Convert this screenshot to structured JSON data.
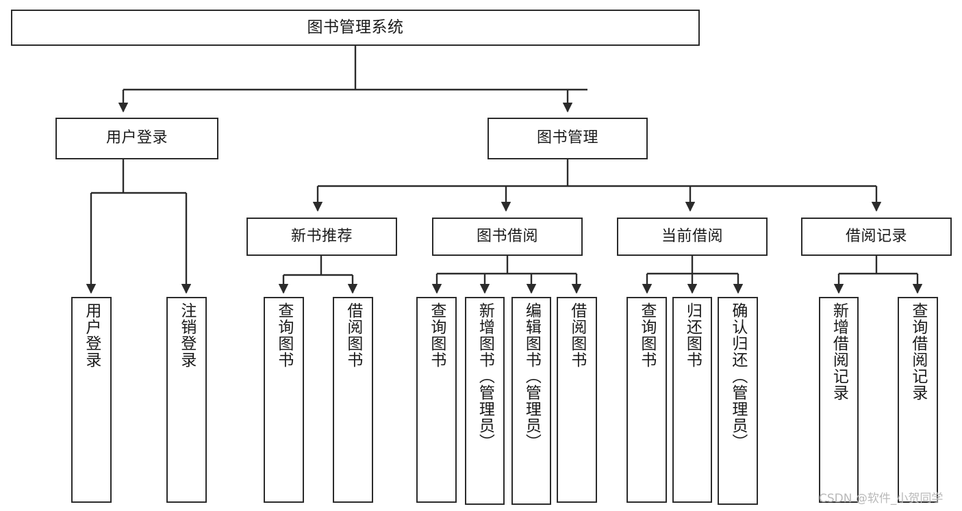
{
  "diagram": {
    "type": "tree",
    "title": "图书管理系统",
    "watermark": "CSDN @软件_小贺同学",
    "nodes": {
      "root": {
        "label": "图书管理系统"
      },
      "l2": [
        {
          "id": "user-login",
          "label": "用户登录"
        },
        {
          "id": "book-manage",
          "label": "图书管理"
        }
      ],
      "l3": [
        {
          "id": "new-book-recommend",
          "label": "新书推荐"
        },
        {
          "id": "book-borrow",
          "label": "图书借阅"
        },
        {
          "id": "current-borrow",
          "label": "当前借阅"
        },
        {
          "id": "borrow-record",
          "label": "借阅记录"
        }
      ],
      "leaves": [
        {
          "id": "leaf-user-login",
          "label": "用户登录",
          "parent": "user-login"
        },
        {
          "id": "leaf-logout",
          "label": "注销登录",
          "parent": "user-login"
        },
        {
          "id": "leaf-query-book-1",
          "label": "查询图书",
          "parent": "new-book-recommend"
        },
        {
          "id": "leaf-borrow-book-1",
          "label": "借阅图书",
          "parent": "new-book-recommend"
        },
        {
          "id": "leaf-query-book-2",
          "label": "查询图书",
          "parent": "book-borrow"
        },
        {
          "id": "leaf-add-book",
          "label": "新增图书（管理员）",
          "parent": "book-borrow"
        },
        {
          "id": "leaf-edit-book",
          "label": "编辑图书（管理员）",
          "parent": "book-borrow"
        },
        {
          "id": "leaf-borrow-book-2",
          "label": "借阅图书",
          "parent": "book-borrow"
        },
        {
          "id": "leaf-query-book-3",
          "label": "查询图书",
          "parent": "current-borrow"
        },
        {
          "id": "leaf-return-book",
          "label": "归还图书",
          "parent": "current-borrow"
        },
        {
          "id": "leaf-confirm-return",
          "label": "确认归还（管理员）",
          "parent": "current-borrow"
        },
        {
          "id": "leaf-add-record",
          "label": "新增借阅记录",
          "parent": "borrow-record"
        },
        {
          "id": "leaf-query-record",
          "label": "查询借阅记录",
          "parent": "borrow-record"
        }
      ]
    },
    "colors": {
      "stroke": "#2b2b2b",
      "fill": "#ffffff",
      "text": "#1a1a1a",
      "watermark": "#b9b9b9"
    }
  }
}
